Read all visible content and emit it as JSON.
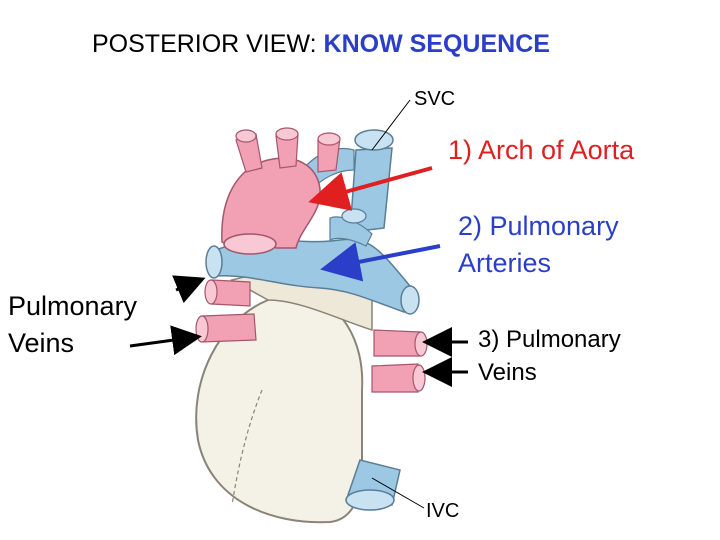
{
  "title": {
    "prefix": "POSTERIOR VIEW: ",
    "accent": "KNOW SEQUENCE"
  },
  "labels": {
    "svc": "SVC",
    "arch_of_aorta": "1) Arch of Aorta",
    "pulmonary_arteries_line1": "2) Pulmonary",
    "pulmonary_arteries_line2": "Arteries",
    "pulmonary_veins_right_line1": "3) Pulmonary",
    "pulmonary_veins_right_line2": "Veins",
    "pulmonary_veins_left_line1": "Pulmonary",
    "pulmonary_veins_left_line2": "Veins",
    "ivc": "IVC"
  },
  "colors": {
    "aorta": "#f2a0b4",
    "pulmonary_artery": "#9cc8e4",
    "veins": "#f2a0b4",
    "heart_body": "#f4f1e6",
    "arch_arrow": "#e02020",
    "artery_arrow": "#2a3ec8",
    "title_accent": "#2a3ec8"
  }
}
